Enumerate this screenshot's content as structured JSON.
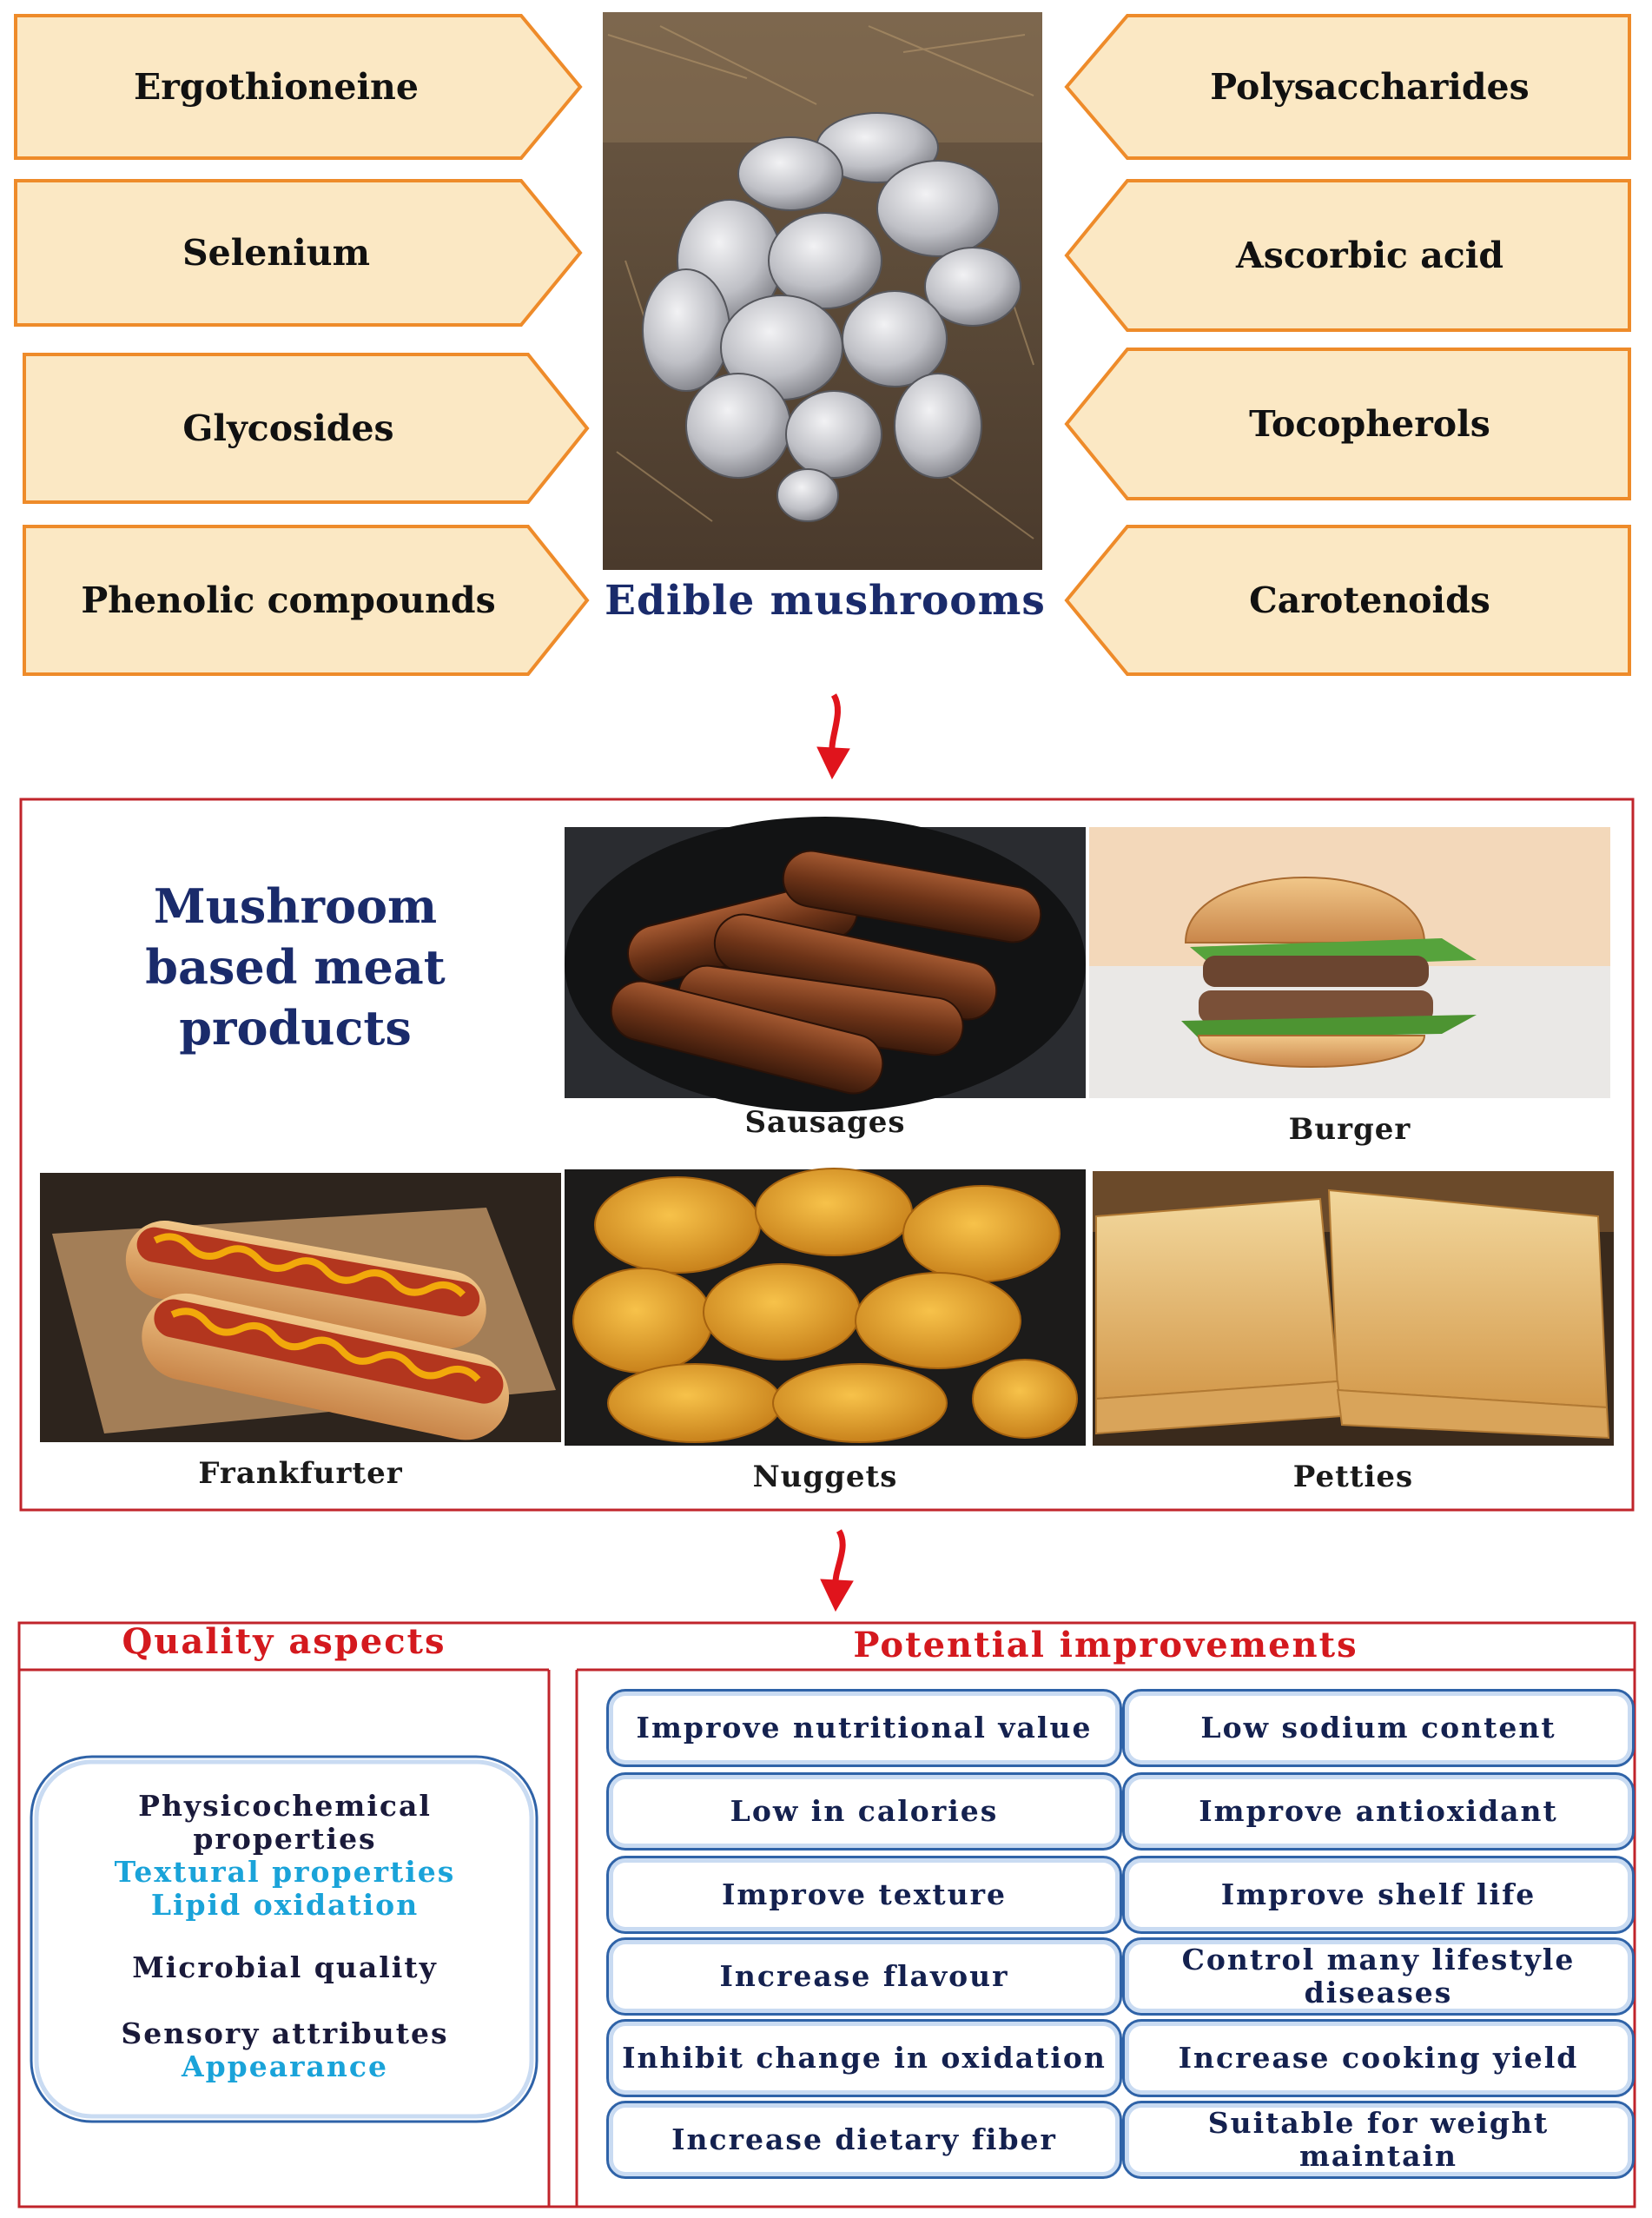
{
  "top_section": {
    "left_compounds": [
      "Ergothioneine",
      "Selenium",
      "Glycosides",
      "Phenolic compounds"
    ],
    "right_compounds": [
      "Polysaccharides",
      "Ascorbic acid",
      "Tocopherols",
      "Carotenoids"
    ],
    "center_title": "Edible mushrooms"
  },
  "products_section": {
    "heading_lines": [
      "Mushroom",
      "based meat",
      "products"
    ],
    "items": {
      "sausages": "Sausages",
      "burger": "Burger",
      "frankfurter": "Frankfurter",
      "nuggets": "Nuggets",
      "petties": "Petties"
    }
  },
  "quality_section": {
    "title": "Quality aspects",
    "groups": [
      {
        "main": "Physicochemical properties",
        "subs": [
          "Textural properties",
          "Lipid oxidation"
        ]
      },
      {
        "main": "Microbial quality",
        "subs": []
      },
      {
        "main": "Sensory attributes",
        "subs": [
          "Appearance"
        ]
      }
    ]
  },
  "improvements_section": {
    "title": "Potential improvements",
    "left_column": [
      "Improve nutritional value",
      "Low in calories",
      "Improve texture",
      "Increase flavour",
      "Inhibit change in oxidation",
      "Increase dietary fiber"
    ],
    "right_column": [
      "Low sodium content",
      "Improve antioxidant",
      "Improve shelf life",
      "Control many lifestyle diseases",
      "Increase cooking yield",
      "Suitable for weight maintain"
    ]
  },
  "colors": {
    "arrow_box_fill": "#fbe8c4",
    "arrow_box_stroke": "#ee8b2a",
    "heading_navy": "#1a2b6b",
    "frame_red": "#c0242b",
    "accent_red": "#d4191e",
    "sub_cyan": "#1aa3d9",
    "box_blue": "#2f63a8"
  }
}
